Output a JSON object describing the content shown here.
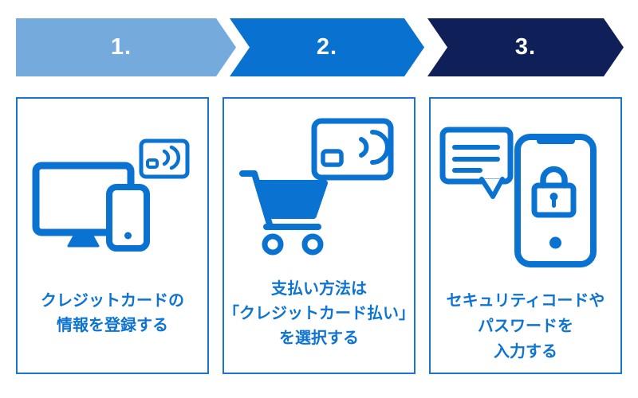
{
  "steps": [
    {
      "number": "1.",
      "arrow_color": "#74AADC",
      "icon": "devices-contactless-card-icon",
      "caption_lines": [
        "クレジットカードの",
        "情報を登録する"
      ]
    },
    {
      "number": "2.",
      "arrow_color": "#0971D0",
      "icon": "cart-contactless-card-icon",
      "caption_lines": [
        "支払い方法は",
        "「クレジットカード払い」",
        "を選択する"
      ]
    },
    {
      "number": "3.",
      "arrow_color": "#0F2059",
      "icon": "chat-phone-lock-icon",
      "caption_lines": [
        "セキュリティコードや",
        "パスワードを",
        "入力する"
      ]
    }
  ],
  "colors": {
    "background": "#FFFFFF",
    "icon_blue": "#0A72D0",
    "caption_text": "#0E74D2",
    "card_border": "#1C74D0",
    "arrow_number_text": "#FFFFFF"
  }
}
